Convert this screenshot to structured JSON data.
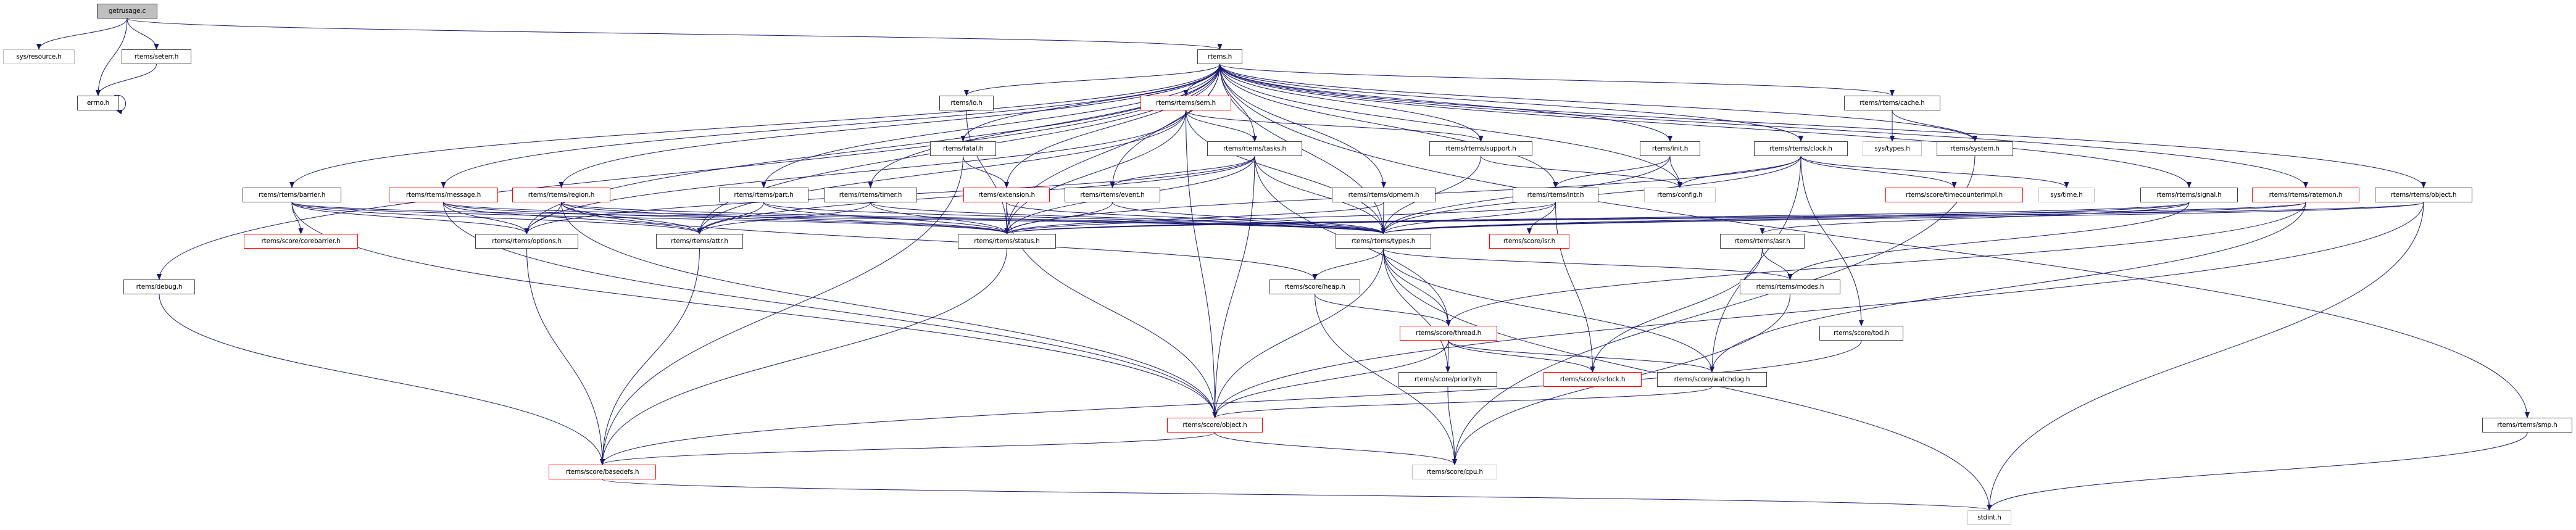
{
  "colors": {
    "edge": "#191970",
    "node_border": "#404040",
    "truncated_border": "#ff0000",
    "external_border": "#bfbfbf",
    "root_fill": "#bfbfbf"
  },
  "nodes": [
    {
      "id": "getrusage",
      "label": "getrusage.c",
      "kind": "root"
    },
    {
      "id": "sys_resource",
      "label": "sys/resource.h",
      "kind": "external"
    },
    {
      "id": "seterr",
      "label": "rtems/seterr.h",
      "kind": "normal"
    },
    {
      "id": "errno",
      "label": "errno.h",
      "kind": "normal"
    },
    {
      "id": "rtems",
      "label": "rtems.h",
      "kind": "normal"
    },
    {
      "id": "io",
      "label": "rtems/io.h",
      "kind": "normal"
    },
    {
      "id": "sem",
      "label": "rtems/rtems/sem.h",
      "kind": "truncated"
    },
    {
      "id": "cache",
      "label": "rtems/rtems/cache.h",
      "kind": "normal"
    },
    {
      "id": "fatal",
      "label": "rtems/fatal.h",
      "kind": "normal"
    },
    {
      "id": "tasks",
      "label": "rtems/rtems/tasks.h",
      "kind": "normal"
    },
    {
      "id": "support",
      "label": "rtems/rtems/support.h",
      "kind": "normal"
    },
    {
      "id": "init",
      "label": "rtems/init.h",
      "kind": "normal"
    },
    {
      "id": "clock",
      "label": "rtems/rtems/clock.h",
      "kind": "normal"
    },
    {
      "id": "sys_types",
      "label": "sys/types.h",
      "kind": "external"
    },
    {
      "id": "system",
      "label": "rtems/system.h",
      "kind": "normal"
    },
    {
      "id": "barrier",
      "label": "rtems/rtems/barrier.h",
      "kind": "normal"
    },
    {
      "id": "message",
      "label": "rtems/rtems/message.h",
      "kind": "truncated"
    },
    {
      "id": "region",
      "label": "rtems/rtems/region.h",
      "kind": "truncated"
    },
    {
      "id": "part",
      "label": "rtems/rtems/part.h",
      "kind": "normal"
    },
    {
      "id": "timer",
      "label": "rtems/rtems/timer.h",
      "kind": "normal"
    },
    {
      "id": "extension",
      "label": "rtems/extension.h",
      "kind": "truncated"
    },
    {
      "id": "event",
      "label": "rtems/rtems/event.h",
      "kind": "normal"
    },
    {
      "id": "dpmem",
      "label": "rtems/rtems/dpmem.h",
      "kind": "normal"
    },
    {
      "id": "intr",
      "label": "rtems/rtems/intr.h",
      "kind": "normal"
    },
    {
      "id": "config",
      "label": "rtems/config.h",
      "kind": "external"
    },
    {
      "id": "timecounterimpl",
      "label": "rtems/score/timecounterimpl.h",
      "kind": "truncated"
    },
    {
      "id": "sys_time",
      "label": "sys/time.h",
      "kind": "external"
    },
    {
      "id": "signal",
      "label": "rtems/rtems/signal.h",
      "kind": "normal"
    },
    {
      "id": "ratemon",
      "label": "rtems/rtems/ratemon.h",
      "kind": "truncated"
    },
    {
      "id": "robject",
      "label": "rtems/rtems/object.h",
      "kind": "normal"
    },
    {
      "id": "corebarrier",
      "label": "rtems/score/corebarrier.h",
      "kind": "truncated"
    },
    {
      "id": "options",
      "label": "rtems/rtems/options.h",
      "kind": "normal"
    },
    {
      "id": "attr",
      "label": "rtems/rtems/attr.h",
      "kind": "normal"
    },
    {
      "id": "status",
      "label": "rtems/rtems/status.h",
      "kind": "normal"
    },
    {
      "id": "types",
      "label": "rtems/rtems/types.h",
      "kind": "normal"
    },
    {
      "id": "isr",
      "label": "rtems/score/isr.h",
      "kind": "truncated"
    },
    {
      "id": "asr",
      "label": "rtems/rtems/asr.h",
      "kind": "normal"
    },
    {
      "id": "debug",
      "label": "rtems/debug.h",
      "kind": "normal"
    },
    {
      "id": "heap",
      "label": "rtems/score/heap.h",
      "kind": "normal"
    },
    {
      "id": "modes",
      "label": "rtems/rtems/modes.h",
      "kind": "normal"
    },
    {
      "id": "thread",
      "label": "rtems/score/thread.h",
      "kind": "truncated"
    },
    {
      "id": "tod",
      "label": "rtems/score/tod.h",
      "kind": "normal"
    },
    {
      "id": "priority",
      "label": "rtems/score/priority.h",
      "kind": "normal"
    },
    {
      "id": "isrlock",
      "label": "rtems/score/isrlock.h",
      "kind": "truncated"
    },
    {
      "id": "watchdog",
      "label": "rtems/score/watchdog.h",
      "kind": "normal"
    },
    {
      "id": "sobject",
      "label": "rtems/score/object.h",
      "kind": "truncated"
    },
    {
      "id": "smp",
      "label": "rtems/rtems/smp.h",
      "kind": "normal"
    },
    {
      "id": "basedefs",
      "label": "rtems/score/basedefs.h",
      "kind": "truncated"
    },
    {
      "id": "cpu",
      "label": "rtems/score/cpu.h",
      "kind": "external"
    },
    {
      "id": "stdint",
      "label": "stdint.h",
      "kind": "external"
    }
  ],
  "edges": [
    [
      "getrusage",
      "sys_resource"
    ],
    [
      "getrusage",
      "errno"
    ],
    [
      "getrusage",
      "seterr"
    ],
    [
      "getrusage",
      "rtems"
    ],
    [
      "seterr",
      "errno"
    ],
    [
      "errno",
      "errno"
    ],
    [
      "rtems",
      "io"
    ],
    [
      "rtems",
      "sem"
    ],
    [
      "rtems",
      "cache"
    ],
    [
      "rtems",
      "fatal"
    ],
    [
      "rtems",
      "tasks"
    ],
    [
      "rtems",
      "support"
    ],
    [
      "rtems",
      "init"
    ],
    [
      "rtems",
      "clock"
    ],
    [
      "rtems",
      "system"
    ],
    [
      "rtems",
      "barrier"
    ],
    [
      "rtems",
      "message"
    ],
    [
      "rtems",
      "region"
    ],
    [
      "rtems",
      "part"
    ],
    [
      "rtems",
      "timer"
    ],
    [
      "rtems",
      "extension"
    ],
    [
      "rtems",
      "event"
    ],
    [
      "rtems",
      "dpmem"
    ],
    [
      "rtems",
      "intr"
    ],
    [
      "rtems",
      "config"
    ],
    [
      "rtems",
      "signal"
    ],
    [
      "rtems",
      "ratemon"
    ],
    [
      "rtems",
      "robject"
    ],
    [
      "rtems",
      "status"
    ],
    [
      "rtems",
      "types"
    ],
    [
      "rtems",
      "attr"
    ],
    [
      "rtems",
      "options"
    ],
    [
      "rtems",
      "debug"
    ],
    [
      "rtems",
      "smp"
    ],
    [
      "io",
      "status"
    ],
    [
      "sem",
      "tasks"
    ],
    [
      "sem",
      "types"
    ],
    [
      "sem",
      "status"
    ],
    [
      "sem",
      "options"
    ],
    [
      "sem",
      "attr"
    ],
    [
      "sem",
      "support"
    ],
    [
      "sem",
      "sobject"
    ],
    [
      "cache",
      "sys_types"
    ],
    [
      "cache",
      "system"
    ],
    [
      "fatal",
      "extension"
    ],
    [
      "fatal",
      "basedefs"
    ],
    [
      "tasks",
      "event"
    ],
    [
      "tasks",
      "status"
    ],
    [
      "tasks",
      "types"
    ],
    [
      "tasks",
      "attr"
    ],
    [
      "tasks",
      "options"
    ],
    [
      "tasks",
      "thread"
    ],
    [
      "tasks",
      "sobject"
    ],
    [
      "support",
      "types"
    ],
    [
      "support",
      "config"
    ],
    [
      "init",
      "intr"
    ],
    [
      "init",
      "config"
    ],
    [
      "init",
      "types"
    ],
    [
      "clock",
      "config"
    ],
    [
      "clock",
      "types"
    ],
    [
      "clock",
      "status"
    ],
    [
      "clock",
      "timecounterimpl"
    ],
    [
      "clock",
      "sys_time"
    ],
    [
      "clock",
      "tod"
    ],
    [
      "clock",
      "watchdog"
    ],
    [
      "system",
      "cpu"
    ],
    [
      "barrier",
      "corebarrier"
    ],
    [
      "barrier",
      "attr"
    ],
    [
      "barrier",
      "status"
    ],
    [
      "barrier",
      "types"
    ],
    [
      "barrier",
      "options"
    ],
    [
      "barrier",
      "sobject"
    ],
    [
      "message",
      "options"
    ],
    [
      "message",
      "attr"
    ],
    [
      "message",
      "status"
    ],
    [
      "message",
      "types"
    ],
    [
      "message",
      "sobject"
    ],
    [
      "region",
      "options"
    ],
    [
      "region",
      "attr"
    ],
    [
      "region",
      "status"
    ],
    [
      "region",
      "types"
    ],
    [
      "region",
      "heap"
    ],
    [
      "region",
      "sobject"
    ],
    [
      "part",
      "attr"
    ],
    [
      "part",
      "status"
    ],
    [
      "part",
      "types"
    ],
    [
      "timer",
      "attr"
    ],
    [
      "timer",
      "status"
    ],
    [
      "timer",
      "types"
    ],
    [
      "extension",
      "status"
    ],
    [
      "extension",
      "types"
    ],
    [
      "extension",
      "sobject"
    ],
    [
      "event",
      "status"
    ],
    [
      "event",
      "types"
    ],
    [
      "dpmem",
      "types"
    ],
    [
      "dpmem",
      "status"
    ],
    [
      "intr",
      "isr"
    ],
    [
      "intr",
      "isrlock"
    ],
    [
      "intr",
      "status"
    ],
    [
      "intr",
      "types"
    ],
    [
      "signal",
      "asr"
    ],
    [
      "signal",
      "status"
    ],
    [
      "signal",
      "types"
    ],
    [
      "signal",
      "modes"
    ],
    [
      "ratemon",
      "status"
    ],
    [
      "ratemon",
      "types"
    ],
    [
      "ratemon",
      "thread"
    ],
    [
      "ratemon",
      "watchdog"
    ],
    [
      "robject",
      "types"
    ],
    [
      "robject",
      "status"
    ],
    [
      "robject",
      "sobject"
    ],
    [
      "robject",
      "stdint"
    ],
    [
      "options",
      "basedefs"
    ],
    [
      "attr",
      "basedefs"
    ],
    [
      "status",
      "basedefs"
    ],
    [
      "types",
      "heap"
    ],
    [
      "types",
      "thread"
    ],
    [
      "types",
      "modes"
    ],
    [
      "types",
      "sobject"
    ],
    [
      "types",
      "watchdog"
    ],
    [
      "types",
      "priority"
    ],
    [
      "types",
      "stdint"
    ],
    [
      "asr",
      "modes"
    ],
    [
      "asr",
      "isrlock"
    ],
    [
      "debug",
      "basedefs"
    ],
    [
      "heap",
      "thread"
    ],
    [
      "heap",
      "cpu"
    ],
    [
      "modes",
      "cpu"
    ],
    [
      "thread",
      "priority"
    ],
    [
      "thread",
      "isrlock"
    ],
    [
      "thread",
      "watchdog"
    ],
    [
      "thread",
      "sobject"
    ],
    [
      "tod",
      "basedefs"
    ],
    [
      "priority",
      "cpu"
    ],
    [
      "watchdog",
      "sobject"
    ],
    [
      "sobject",
      "basedefs"
    ],
    [
      "sobject",
      "cpu"
    ],
    [
      "smp",
      "stdint"
    ],
    [
      "basedefs",
      "stdint"
    ]
  ]
}
